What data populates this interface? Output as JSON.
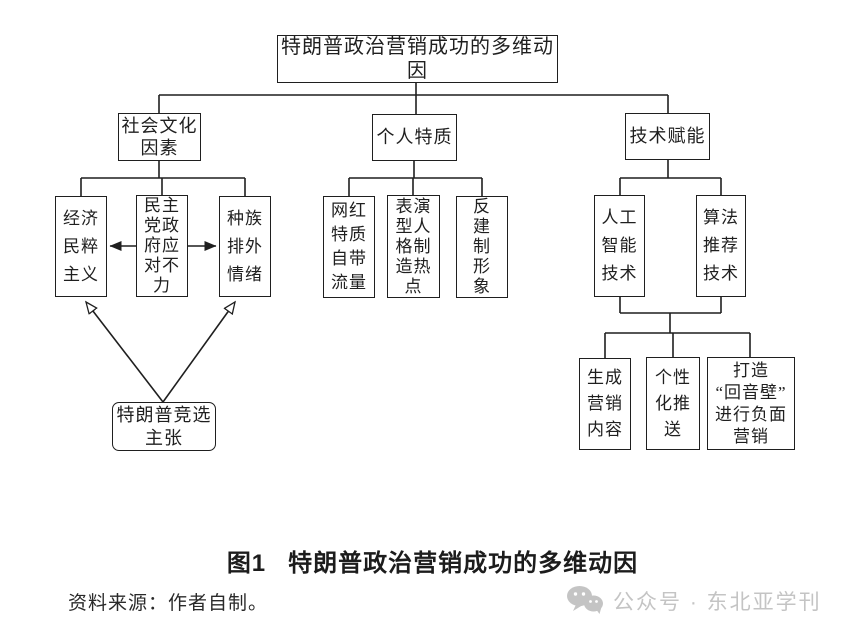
{
  "figure": {
    "nodes": {
      "root": "特朗普政治营销成功的多维动因",
      "social": "社会文化\n因素",
      "personal": "个人特质",
      "tech": "技术赋能",
      "economic_populism": "经济\n民粹\n主义",
      "democrat_weak_response": "民主\n党政\n府应\n对不\n力",
      "racial_exclusion": "种族\n排外\n情绪",
      "campaign_claims": "特朗普竞选\n主张",
      "influencer_traits": "网红\n特质\n自带\n流量",
      "performative_personality": "表演\n型人\n格制\n造热\n点",
      "anti_establishment": "反\n建\n制\n形\n象",
      "ai_technology": "人工\n智能\n技术",
      "algorithm_recommendation": "算法\n推荐\n技术",
      "generate_marketing_content": "生成\n营销\n内容",
      "personalized_push": "个性\n化推\n送",
      "echo_chamber_negative": "打造\n“回音壁”\n进行负面\n营销"
    },
    "caption": {
      "number": "图1",
      "title": "特朗普政治营销成功的多维动因"
    },
    "source": "资料来源：作者自制。",
    "watermark": {
      "icon": "wechat-icon",
      "text": "公众号 · 东北亚学刊"
    },
    "colors": {
      "line": "#1f1f1f",
      "background": "#ffffff",
      "watermark_gray": "#c4c4c4"
    }
  }
}
